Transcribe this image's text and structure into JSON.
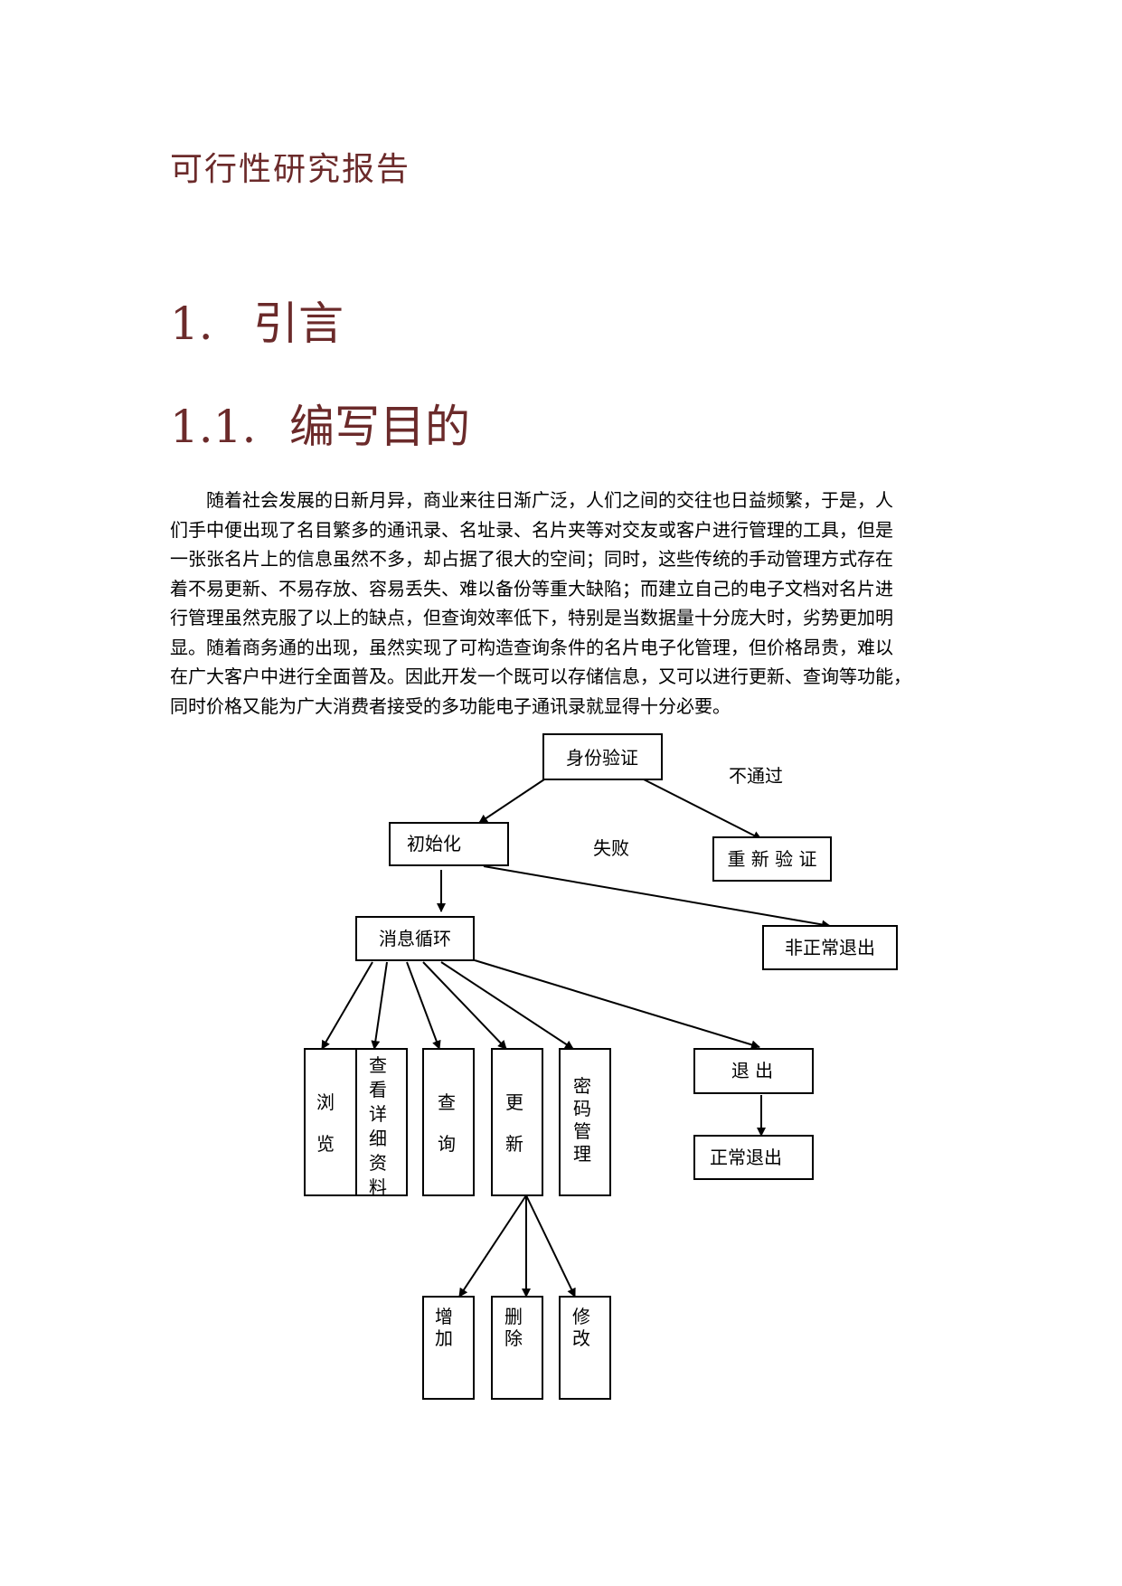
{
  "doc_title": "可行性研究报告",
  "heading1": {
    "number": "1.",
    "text": "引言"
  },
  "heading2": {
    "number": "1.1.",
    "text": "编写目的"
  },
  "paragraph_lines": [
    "随着社会发展的日新月异，商业来往日渐广泛，人们之间的交往也日益频繁，于是，人",
    "们手中便出现了名目繁多的通讯录、名址录、名片夹等对交友或客户进行管理的工具，但是",
    "一张张名片上的信息虽然不多，却占据了很大的空间；同时，这些传统的手动管理方式存在",
    "着不易更新、不易存放、容易丢失、难以备份等重大缺陷；而建立自己的电子文档对名片进",
    "行管理虽然克服了以上的缺点，但查询效率低下，特别是当数据量十分庞大时，劣势更加明",
    "显。随着商务通的出现，虽然实现了可构造查询条件的名片电子化管理，但价格昂贵，难以",
    "在广大客户中进行全面普及。因此开发一个既可以存储信息，又可以进行更新、查询等功能，",
    "同时价格又能为广大消费者接受的多功能电子通讯录就显得十分必要。"
  ],
  "flowchart": {
    "auth": "身份验证",
    "fail_label": "不通过",
    "init": "初始化",
    "init_fail_label": "失败",
    "reverify": "重 新 验 证",
    "loop": "消息循环",
    "abnormal_exit": "非正常退出",
    "browse": "浏览",
    "details": "查看详细资料",
    "query": "查询",
    "update": "更新",
    "password": "密码管理",
    "exit": "退 出",
    "normal_exit": "正常退出",
    "add": "增加",
    "delete": "删除",
    "modify": "修改"
  }
}
